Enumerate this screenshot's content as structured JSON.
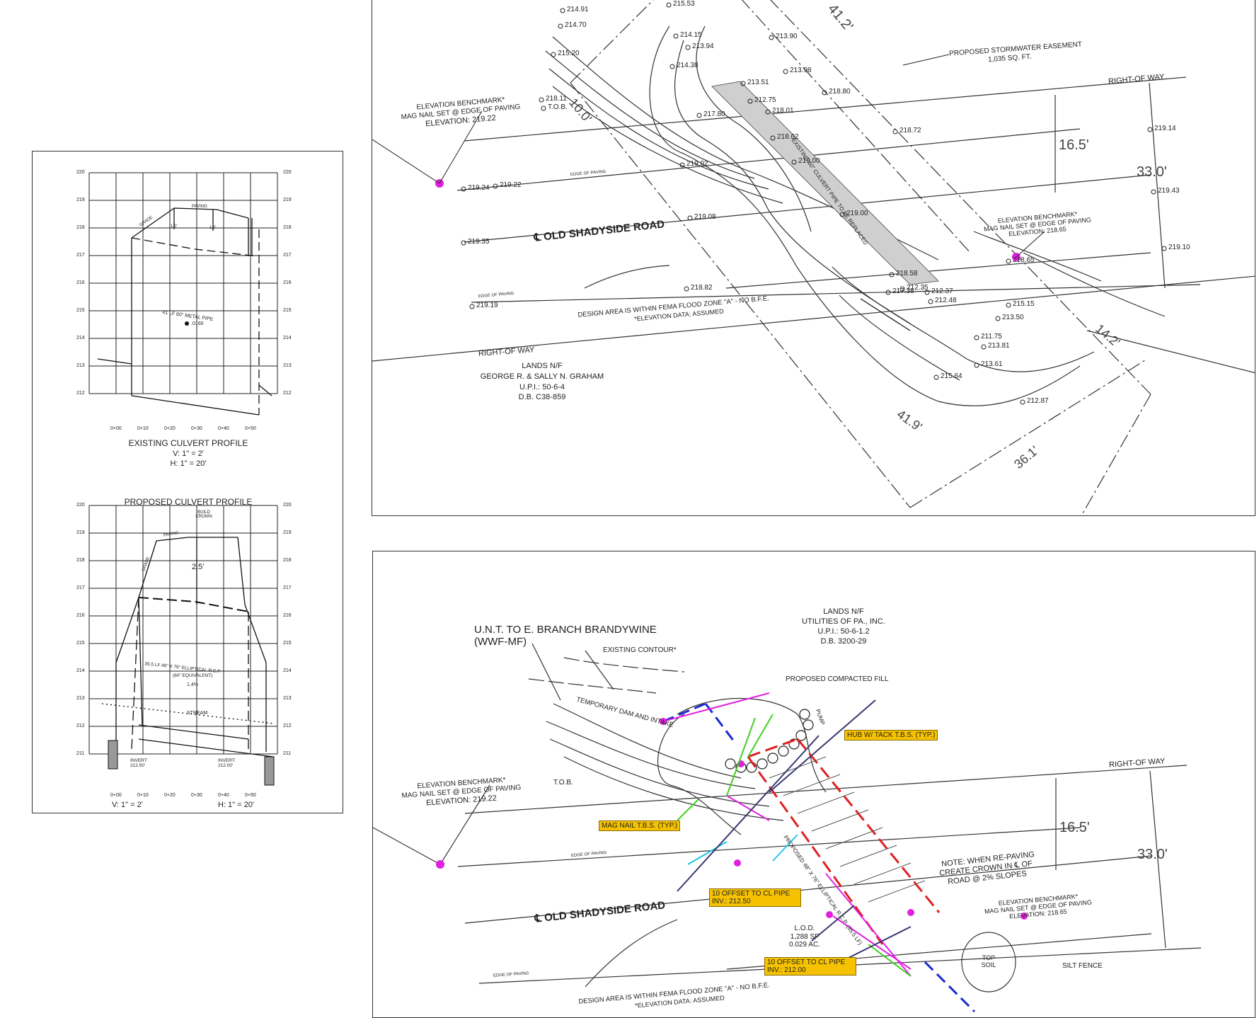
{
  "existing_profile": {
    "title": "EXISTING CULVERT PROFILE",
    "scale_v": "V: 1\" = 2'",
    "scale_h": "H: 1\" = 20'",
    "y_ticks": [
      "220",
      "219",
      "218",
      "217",
      "216",
      "215",
      "214",
      "213",
      "212"
    ],
    "x_ticks": [
      "0+00",
      "0+10",
      "0+20",
      "0+30",
      "0+40",
      "0+50"
    ],
    "labels": {
      "grade": "GRADE",
      "paving": "PAVING",
      "d1": "1.0'",
      "d2": "1.0'",
      "pipe": "41 LF 60\" METAL PIPE",
      "slope": ".0160"
    }
  },
  "proposed_profile": {
    "title": "PROPOSED CULVERT PROFILE",
    "scale_v": "V: 1\" = 2'",
    "scale_h": "H: 1\" = 20'",
    "y_ticks": [
      "220",
      "219",
      "218",
      "217",
      "216",
      "215",
      "214",
      "213",
      "212",
      "211"
    ],
    "x_ticks": [
      "0+00",
      "0+10",
      "0+20",
      "0+30",
      "0+40",
      "0+50"
    ],
    "labels": {
      "build_crown": "BUILD CROWN",
      "paving": "PAVING",
      "grade": "GRADE",
      "depth": "2.5'",
      "pipe1": "35.5 LF 48\" X 76\" ELLIPTICAL R.C.P.",
      "pipe2": "(60\" EQUIVALENT)",
      "slope": "1.4%",
      "stream": "STREAM",
      "invert_l": "INVERT: 212.50'",
      "invert_r": "INVERT: 212.00'"
    }
  },
  "existing_plan": {
    "road_name": "OLD SHADYSIDE ROAD",
    "easement_1": "PROPOSED STORMWATER EASEMENT",
    "easement_2": "1,035 SQ. FT.",
    "row": "RIGHT-OF WAY",
    "row_lower": "RIGHT-OF WAY",
    "bm_left": [
      "ELEVATION BENCHMARK*",
      "MAG NAIL SET @ EDGE OF PAVING",
      "ELEVATION: 219.22"
    ],
    "bm_right": [
      "ELEVATION BENCHMARK*",
      "MAG NAIL SET @ EDGE OF PAVING",
      "ELEVATION: 218.65"
    ],
    "dim_16": "16.5'",
    "dim_33": "33.0'",
    "dim_41_2": "41.2'",
    "dim_10": "10.0'",
    "dim_14": "14.2'",
    "dim_41_9": "41.9'",
    "dim_36": "36.1'",
    "pipe_note": "EXISTING 60\" CULVERT PIPE TO BE REPLACED",
    "flood_1": "DESIGN AREA IS WITHIN FEMA FLOOD ZONE \"A\" - NO B.F.E.",
    "flood_2": "*ELEVATION DATA: ASSUMED",
    "edge_paving": "EDGE OF PAVING",
    "lands": [
      "LANDS N/F",
      "GEORGE R. & SALLY N. GRAHAM",
      "U.P.I.: 50-6-4",
      "D.B. C38-859"
    ],
    "spots": [
      "214.91",
      "214.70",
      "215.53",
      "215.20",
      "214.15",
      "213.90",
      "213.94",
      "214.38",
      "213.98",
      "213.51",
      "212.75",
      "218.11",
      "T.O.B.",
      "218.80",
      "218.01",
      "217.80",
      "218.72",
      "219.14",
      "218.62",
      "219.00",
      "219.02",
      "219.22",
      "219.24",
      "219.43",
      "219.08",
      "219.35",
      "219.00",
      "218.65",
      "219.10",
      "218.58",
      "212.35",
      "217.38",
      "212.37",
      "218.82",
      "212.48",
      "215.15",
      "219.19",
      "213.50",
      "211.75",
      "213.81",
      "213.61",
      "215.64",
      "212.87"
    ]
  },
  "proposed_plan": {
    "stream_1": "U.N.T. TO E. BRANCH BRANDYWINE",
    "stream_2": "(WWF-MF)",
    "contour": "EXISTING CONTOUR*",
    "lands": [
      "LANDS N/F",
      "UTILITIES OF PA., INC.",
      "U.P.I.: 50-6-1.2",
      "D.B. 3200-29"
    ],
    "fill": "PROPOSED COMPACTED FILL",
    "dam": "TEMPORARY DAM AND INTAKE",
    "pump": "PUMP",
    "hub": "HUB W/ TACK T.B.S. (TYP.)",
    "tob": "T.O.B.",
    "row": "RIGHT-OF WAY",
    "bm_left": [
      "ELEVATION BENCHMARK*",
      "MAG NAIL SET @ EDGE OF PAVING",
      "ELEVATION: 219.22"
    ],
    "bm_right": [
      "ELEVATION BENCHMARK*",
      "MAG NAIL SET @ EDGE OF PAVING",
      "ELEVATION: 218.65"
    ],
    "mag_nail": "MAG NAIL T.B.S. (TYP.)",
    "dim_16": "16.5'",
    "dim_33": "33.0'",
    "note": [
      "NOTE: WHEN RE-PAVING",
      "CREATE CROWN IN ℄ OF",
      "ROAD @ 2% SLOPES"
    ],
    "offset_1": [
      "10 OFFSET TO CL PIPE",
      "INV.: 212.50"
    ],
    "offset_2": [
      "10 OFFSET TO CL PIPE",
      "INV.: 212.00"
    ],
    "road_name": "OLD SHADYSIDE ROAD",
    "lod": [
      "L.O.D.",
      "1,288 SF",
      "0.029 AC."
    ],
    "topsoil": [
      "TOP",
      "SOIL"
    ],
    "silt": "SILT FENCE",
    "edge_paving": "EDGE OF PAVING",
    "pipe_label": "PROPOSED 48\" X 76\" ELLIPTICAL R.C.P. (35.5 LF)",
    "flood_1": "DESIGN AREA IS WITHIN FEMA FLOOD ZONE \"A\" - NO B.F.E.",
    "flood_2": "*ELEVATION DATA: ASSUMED"
  },
  "colors": {
    "magenta": "#e020e0",
    "cyan": "#20c8e8",
    "green": "#40d020",
    "blue": "#1a2ad0",
    "red": "#e02020",
    "navy": "#383870",
    "yellow": "#f6c200"
  }
}
